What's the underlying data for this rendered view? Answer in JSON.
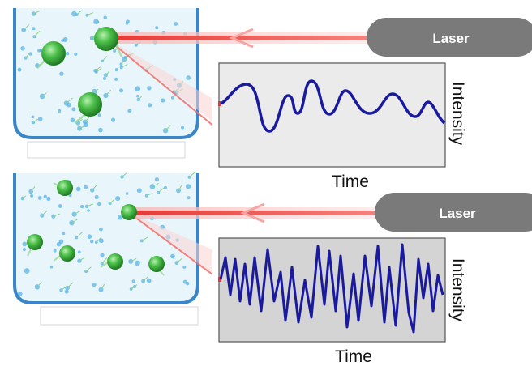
{
  "panels": [
    {
      "id": "large-particles",
      "laser_label": "Laser",
      "graph_ylabel": "Intensity",
      "graph_xlabel": "Time",
      "signal": "slow fluctuation",
      "graph_bg": "#ebebeb"
    },
    {
      "id": "small-particles",
      "laser_label": "Laser",
      "graph_ylabel": "Intensity",
      "graph_xlabel": "Time",
      "signal": "fast fluctuation",
      "graph_bg": "#d4d4d4"
    }
  ],
  "colors": {
    "laser": "#e53935",
    "pill": "#7a7a7a",
    "trace": "#1a1a9e",
    "container_border": "#3a86c8",
    "liquid": "#e8f5fb",
    "particle": "#3faa3f",
    "solvent": "#5ab4e6"
  }
}
